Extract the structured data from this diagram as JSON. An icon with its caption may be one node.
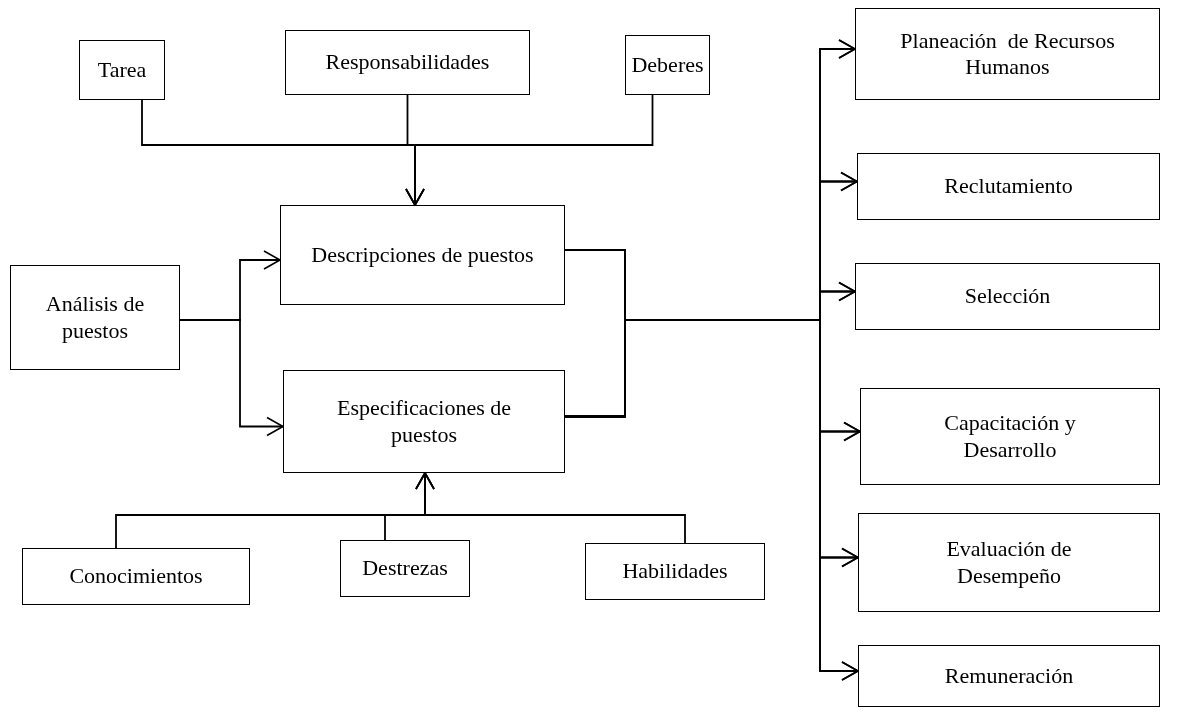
{
  "diagram": {
    "nodes": [
      {
        "text": [
          "Tarea"
        ]
      },
      {
        "text": [
          "Responsabilidades"
        ]
      },
      {
        "text": [
          "Deberes"
        ]
      },
      {
        "text": [
          "Descripciones de puestos"
        ]
      },
      {
        "text": [
          "Análisis de puestos"
        ]
      },
      {
        "text": [
          "Especificaciones de puestos"
        ]
      },
      {
        "text": [
          "Conocimientos"
        ]
      },
      {
        "text": [
          "Destrezas"
        ]
      },
      {
        "text": [
          "Habilidades"
        ]
      },
      {
        "text": [
          "Planeación  de Recursos Humanos"
        ]
      },
      {
        "text": [
          "Reclutamiento"
        ]
      },
      {
        "text": [
          "Selección"
        ]
      },
      {
        "text": [
          "Capacitación y Desarrollo"
        ]
      },
      {
        "text": [
          "Evaluación de Desempeño"
        ]
      },
      {
        "text": [
          "Remuneración"
        ]
      }
    ],
    "edges": [
      {
        "from": 0,
        "to": 3,
        "arrow": "to"
      },
      {
        "from": 1,
        "to": 3,
        "arrow": "to"
      },
      {
        "from": 2,
        "to": 3,
        "arrow": "to"
      },
      {
        "from": 4,
        "to": 3,
        "arrow": "to"
      },
      {
        "from": 4,
        "to": 5,
        "arrow": "to"
      },
      {
        "from": 6,
        "to": 5,
        "arrow": "to"
      },
      {
        "from": 7,
        "to": 5,
        "arrow": "to"
      },
      {
        "from": 8,
        "to": 5,
        "arrow": "to"
      },
      {
        "from": 3,
        "to": 9,
        "arrow": "to"
      },
      {
        "from": 3,
        "to": 10,
        "arrow": "to"
      },
      {
        "from": 3,
        "to": 11,
        "arrow": "to"
      },
      {
        "from": 3,
        "to": 12,
        "arrow": "to"
      },
      {
        "from": 3,
        "to": 13,
        "arrow": "to"
      },
      {
        "from": 3,
        "to": 14,
        "arrow": "to"
      },
      {
        "from": 5,
        "to": 9,
        "arrow": "to"
      },
      {
        "from": 5,
        "to": 10,
        "arrow": "to"
      },
      {
        "from": 5,
        "to": 11,
        "arrow": "to"
      },
      {
        "from": 5,
        "to": 12,
        "arrow": "to"
      },
      {
        "from": 5,
        "to": 13,
        "arrow": "to"
      },
      {
        "from": 5,
        "to": 14,
        "arrow": "to"
      }
    ]
  }
}
